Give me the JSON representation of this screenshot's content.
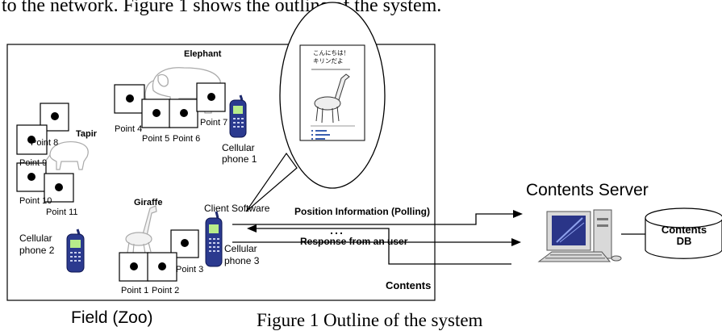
{
  "header_text": "to the network. Figure 1  shows the outline of the system.",
  "caption": {
    "field": "Field (Zoo)",
    "figure": "Figure 1 Outline of the system"
  },
  "animals": {
    "elephant": "Elephant",
    "tapir": "Tapir",
    "giraffe": "Giraffe"
  },
  "points": {
    "p1": "Point 1",
    "p2": "Point 2",
    "p3": "Point 3",
    "p4": "Point 4",
    "p5": "Point 5",
    "p6": "Point 6",
    "p7": "Point 7",
    "p8": "Point 8",
    "p9": "Point 9",
    "p10": "Point 10",
    "p11": "Point 11"
  },
  "phones": {
    "phone1": [
      "Cellular",
      "phone 1"
    ],
    "phone2": [
      "Cellular",
      "phone 2"
    ],
    "phone3": [
      "Cellular",
      "phone 3"
    ]
  },
  "client_software": "Client Software",
  "arrows": {
    "position_info": "Position Information (Polling)",
    "response": "Response from an user",
    "contents": "Contents"
  },
  "server": {
    "title": "Contents Server",
    "db_label": [
      "Contents",
      "DB"
    ]
  },
  "phone_screen": {
    "line1": "こんにちは！",
    "line2": "キリンだよ"
  }
}
